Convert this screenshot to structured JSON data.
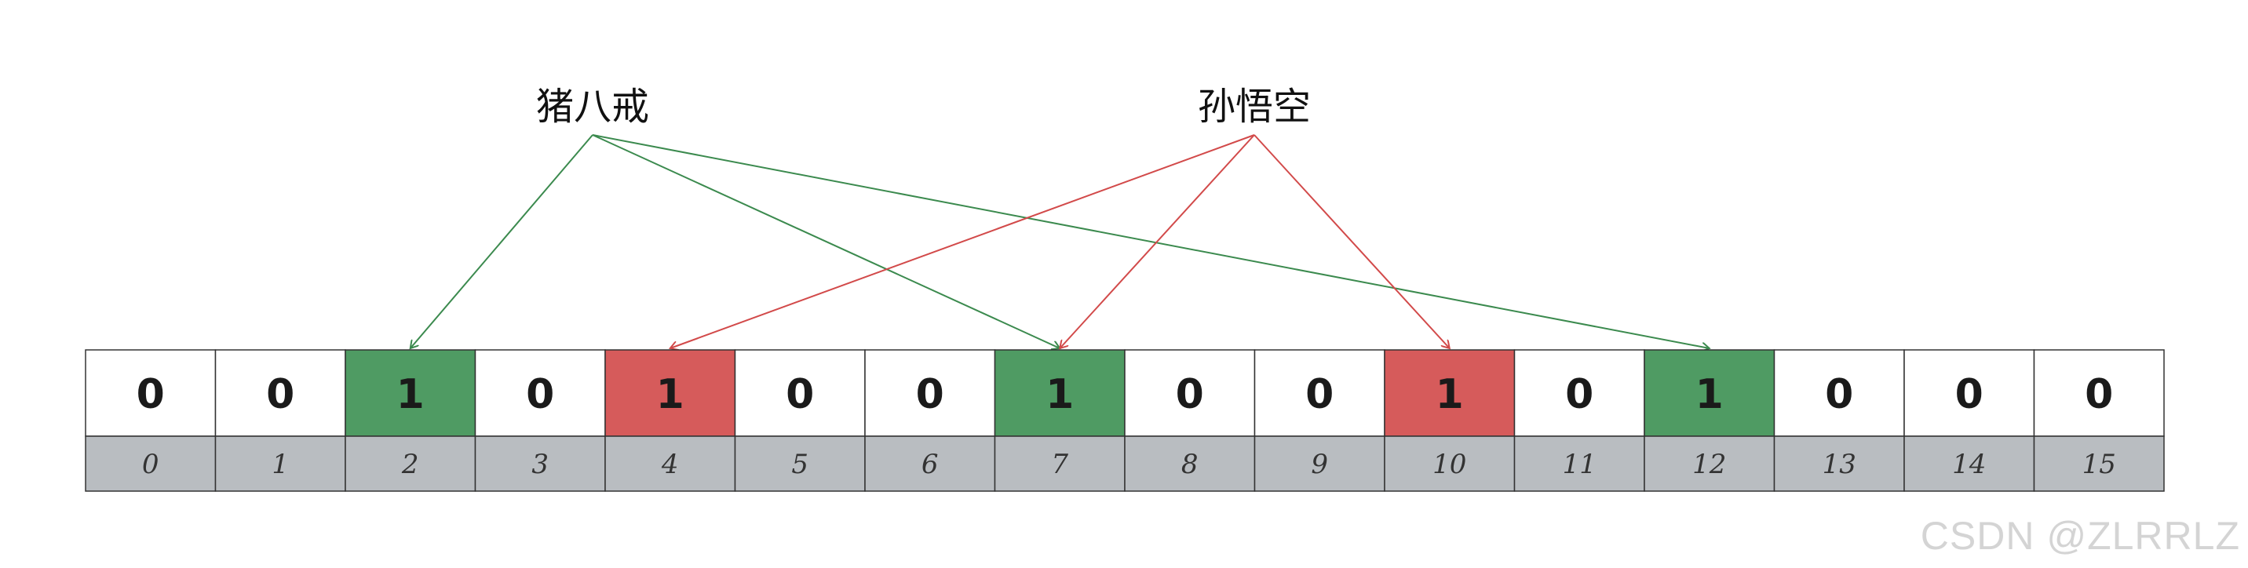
{
  "labels": [
    {
      "text": "猪八戒",
      "color": "#3b8a4e",
      "targets": [
        2,
        7,
        12
      ]
    },
    {
      "text": "孙悟空",
      "color": "#d24a4a",
      "targets": [
        4,
        7,
        10
      ]
    }
  ],
  "cells": [
    {
      "index": "0",
      "bit": "0",
      "fill": "#ffffff"
    },
    {
      "index": "1",
      "bit": "0",
      "fill": "#ffffff"
    },
    {
      "index": "2",
      "bit": "1",
      "fill": "#4f9b63"
    },
    {
      "index": "3",
      "bit": "0",
      "fill": "#ffffff"
    },
    {
      "index": "4",
      "bit": "1",
      "fill": "#d65b5b"
    },
    {
      "index": "5",
      "bit": "0",
      "fill": "#ffffff"
    },
    {
      "index": "6",
      "bit": "0",
      "fill": "#ffffff"
    },
    {
      "index": "7",
      "bit": "1",
      "fill": "#4f9b63"
    },
    {
      "index": "8",
      "bit": "0",
      "fill": "#ffffff"
    },
    {
      "index": "9",
      "bit": "0",
      "fill": "#ffffff"
    },
    {
      "index": "10",
      "bit": "1",
      "fill": "#d65b5b"
    },
    {
      "index": "11",
      "bit": "0",
      "fill": "#ffffff"
    },
    {
      "index": "12",
      "bit": "1",
      "fill": "#4f9b63"
    },
    {
      "index": "13",
      "bit": "0",
      "fill": "#ffffff"
    },
    {
      "index": "14",
      "bit": "0",
      "fill": "#ffffff"
    },
    {
      "index": "15",
      "bit": "0",
      "fill": "#ffffff"
    }
  ],
  "index_row_fill": "#b9bdc1",
  "watermark": "CSDN @ZLRRLZ"
}
